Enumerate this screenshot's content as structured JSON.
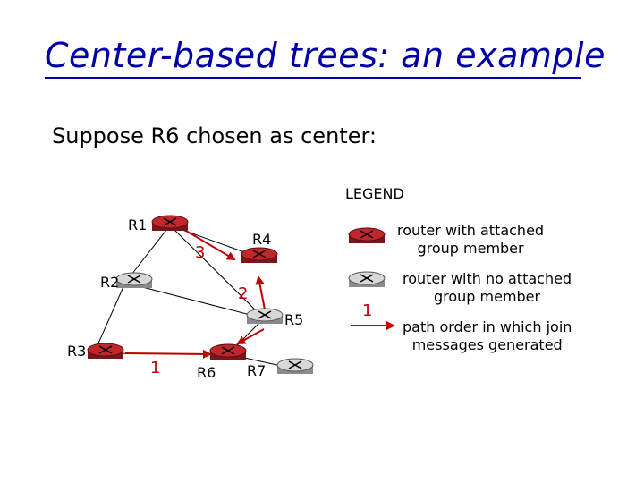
{
  "slide": {
    "title": "Center-based trees: an example",
    "subtitle": "Suppose R6 chosen as center:"
  },
  "routers": [
    {
      "id": "R1",
      "label": "R1",
      "type": "group-member"
    },
    {
      "id": "R2",
      "label": "R2",
      "type": "no-member"
    },
    {
      "id": "R3",
      "label": "R3",
      "type": "group-member"
    },
    {
      "id": "R4",
      "label": "R4",
      "type": "group-member"
    },
    {
      "id": "R5",
      "label": "R5",
      "type": "no-member"
    },
    {
      "id": "R6",
      "label": "R6",
      "type": "group-member"
    },
    {
      "id": "R7",
      "label": "R7",
      "type": "no-member"
    }
  ],
  "path_order_labels": {
    "one": "1",
    "two": "2",
    "three": "3"
  },
  "legend": {
    "title": "LEGEND",
    "member_line1": "router with attached",
    "member_line2": "group member",
    "nomember_line1": "router with no attached",
    "nomember_line2": "group member",
    "path_number": "1",
    "path_line1": "path order in which join",
    "path_line2": "messages generated"
  },
  "colors": {
    "title": "#0000a8",
    "member_router": "#c0272d",
    "nomember_router": "#c8c8c8",
    "path_arrow": "#c00000"
  }
}
